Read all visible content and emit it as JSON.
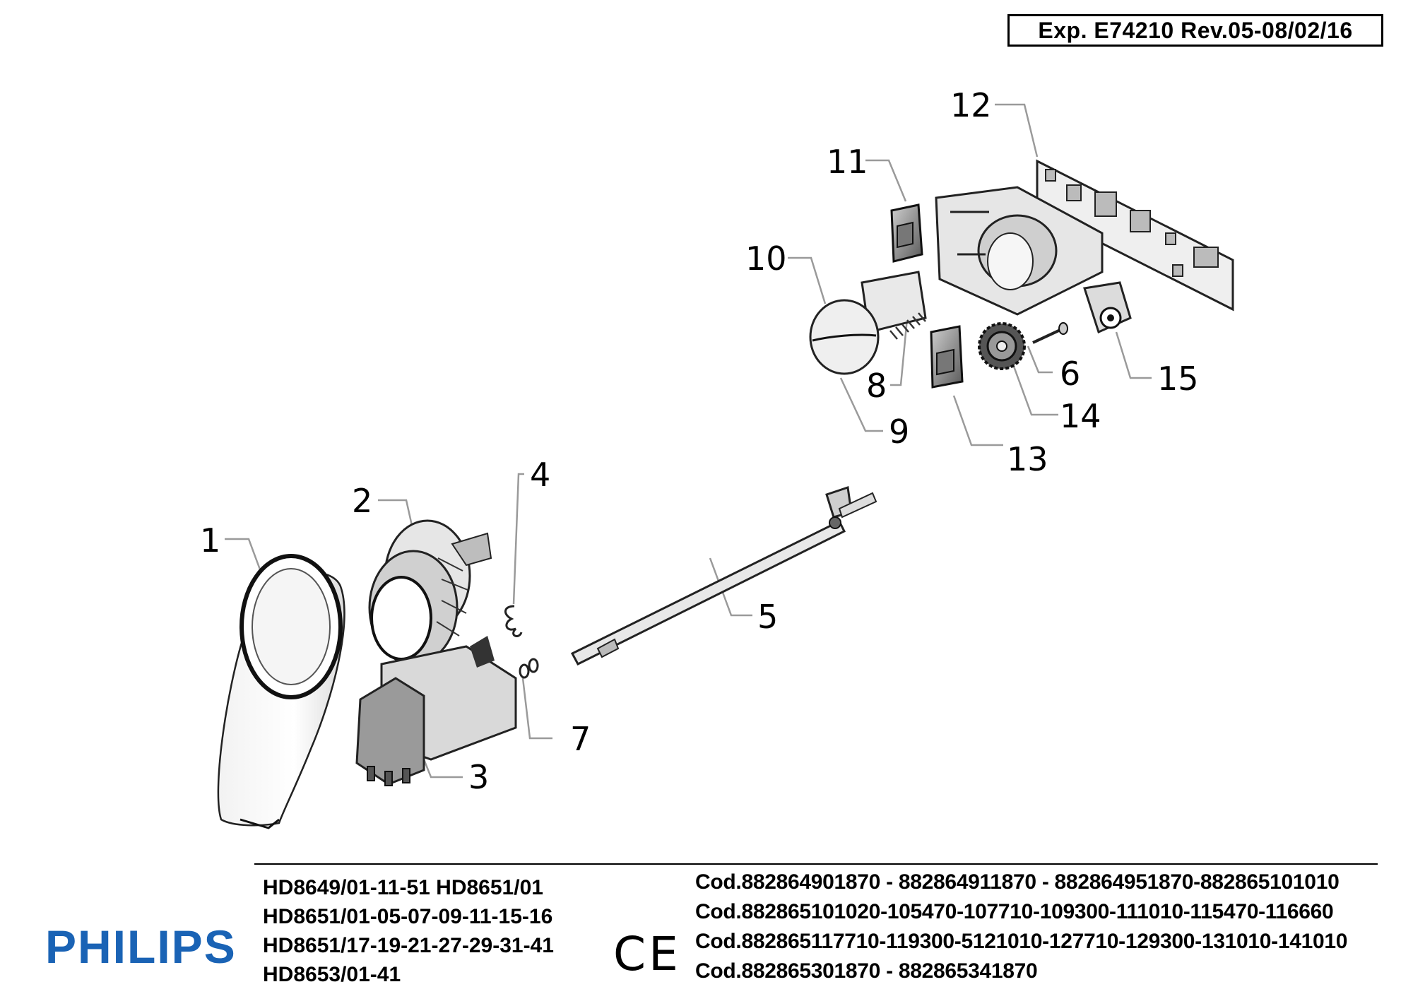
{
  "header": {
    "revision": "Exp. E74210 Rev.05-08/02/16"
  },
  "brand": {
    "logo": "PHILIPS",
    "mark": "CE"
  },
  "models": [
    "HD8649/01-11-51 HD8651/01",
    "HD8651/01-05-07-09-11-15-16",
    "HD8651/17-19-21-27-29-31-41",
    "HD8653/01-41"
  ],
  "codes": [
    "Cod.882864901870 - 882864911870 - 882864951870-882865101010",
    "Cod.882865101020-105470-107710-109300-111010-115470-116660",
    "Cod.882865117710-119300-5121010-127710-129300-131010-141010",
    "Cod.882865301870 - 882865341870"
  ],
  "callouts": [
    "1",
    "2",
    "3",
    "4",
    "5",
    "6",
    "7",
    "8",
    "9",
    "10",
    "11",
    "12",
    "13",
    "14",
    "15"
  ]
}
